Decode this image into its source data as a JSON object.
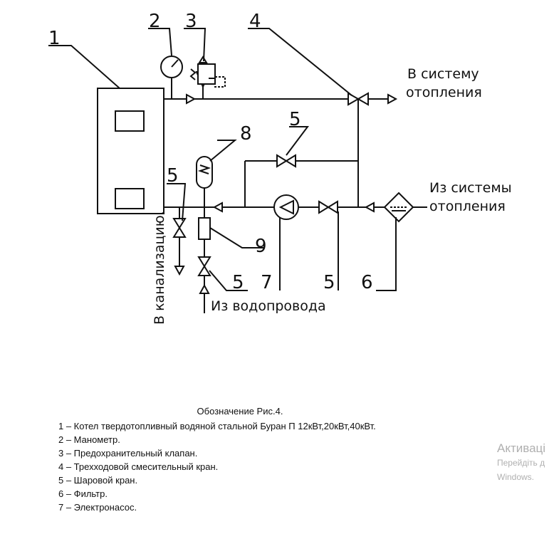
{
  "numbers": {
    "boiler": "1",
    "manometer": "2",
    "safety_valve": "3",
    "three_way_valve": "4",
    "ball_valve_top": "5",
    "ball_valve_drain": "5",
    "expansion_tank": "8",
    "meter": "9",
    "ball_valve_inlet": "5",
    "pump": "7",
    "ball_valve_return": "5",
    "filter": "6"
  },
  "flow_labels": {
    "to_heating_line1": "В систему",
    "to_heating_line2": "отопления",
    "from_heating_line1": "Из системы",
    "from_heating_line2": "отопления",
    "to_sewer": "В канализацию.",
    "from_water_supply": "Из водопровода"
  },
  "legend": {
    "title": "Обозначение Рис.4.",
    "items": [
      "1 – Котел твердотопливный водяной стальной Буран П 12кВт,20кВт,40кВт.",
      "2 – Манометр.",
      "3 – Предохранительный клапан.",
      "4 – Трехходовой смесительный кран.",
      "5 – Шаровой кран.",
      "6 – Фильтр.",
      "7 – Электронасос."
    ]
  },
  "watermark": {
    "line1": "Активаці",
    "line2": "Перейдіть д",
    "line3": "Windows."
  }
}
